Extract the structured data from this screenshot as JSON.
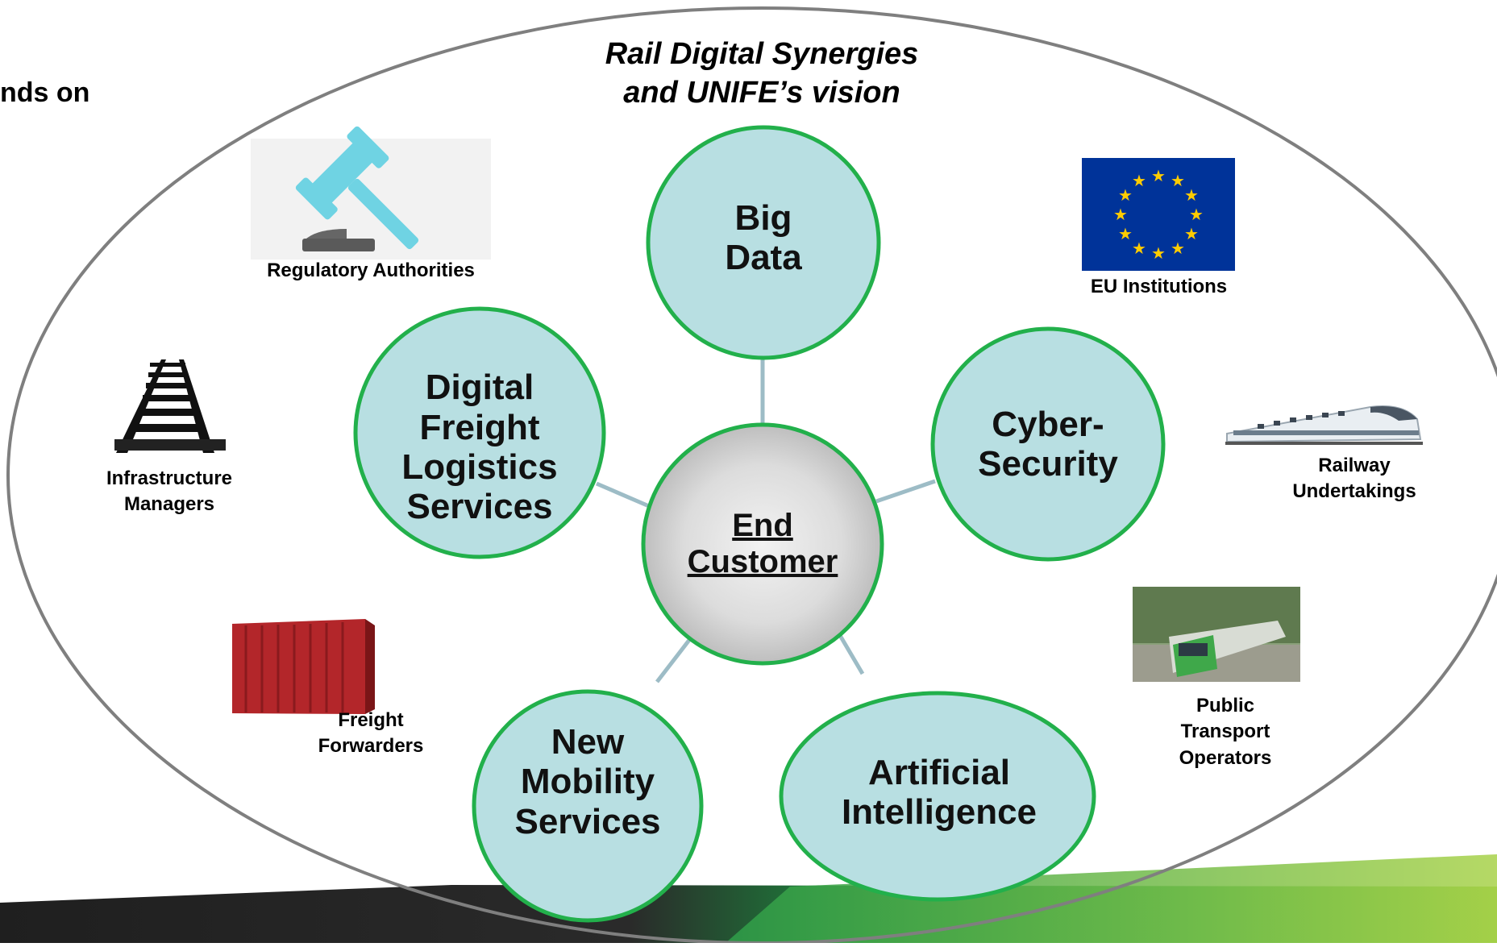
{
  "corner_text": "nds on",
  "title": "Rail Digital Synergies\nand UNIFE’s vision",
  "center": "End\nCustomer",
  "hubs": [
    {
      "label": "Big\nData"
    },
    {
      "label": "Cyber-\nSecurity"
    },
    {
      "label": "Artificial\nIntelligence"
    },
    {
      "label": "New\nMobility\nServices"
    },
    {
      "label": "Digital\nFreight\nLogistics\nServices"
    }
  ],
  "stakeholders": {
    "regulatory": "Regulatory Authorities",
    "eu": "EU Institutions",
    "infrastructure": "Infrastructure\nManagers",
    "railway": "Railway\nUndertakings",
    "freight": "Freight\nForwarders",
    "public_transport": "Public\nTransport\nOperators"
  },
  "icons": {
    "regulatory": "gavel-icon",
    "eu": "eu-flag-icon",
    "infrastructure": "rail-track-icon",
    "railway": "high-speed-train-icon",
    "freight": "shipping-container-icon",
    "public_transport": "tram-photo-icon"
  },
  "colors": {
    "hub_fill": "#b8dfe2",
    "hub_border": "#22b04b",
    "connector": "#9dbcc6",
    "center_fill": "#d6d6d6",
    "ellipse_stroke": "#7f7f7f",
    "banner_dark": "#2a2a2a",
    "banner_green": "#2e9e49",
    "banner_lime": "#8cc540"
  }
}
